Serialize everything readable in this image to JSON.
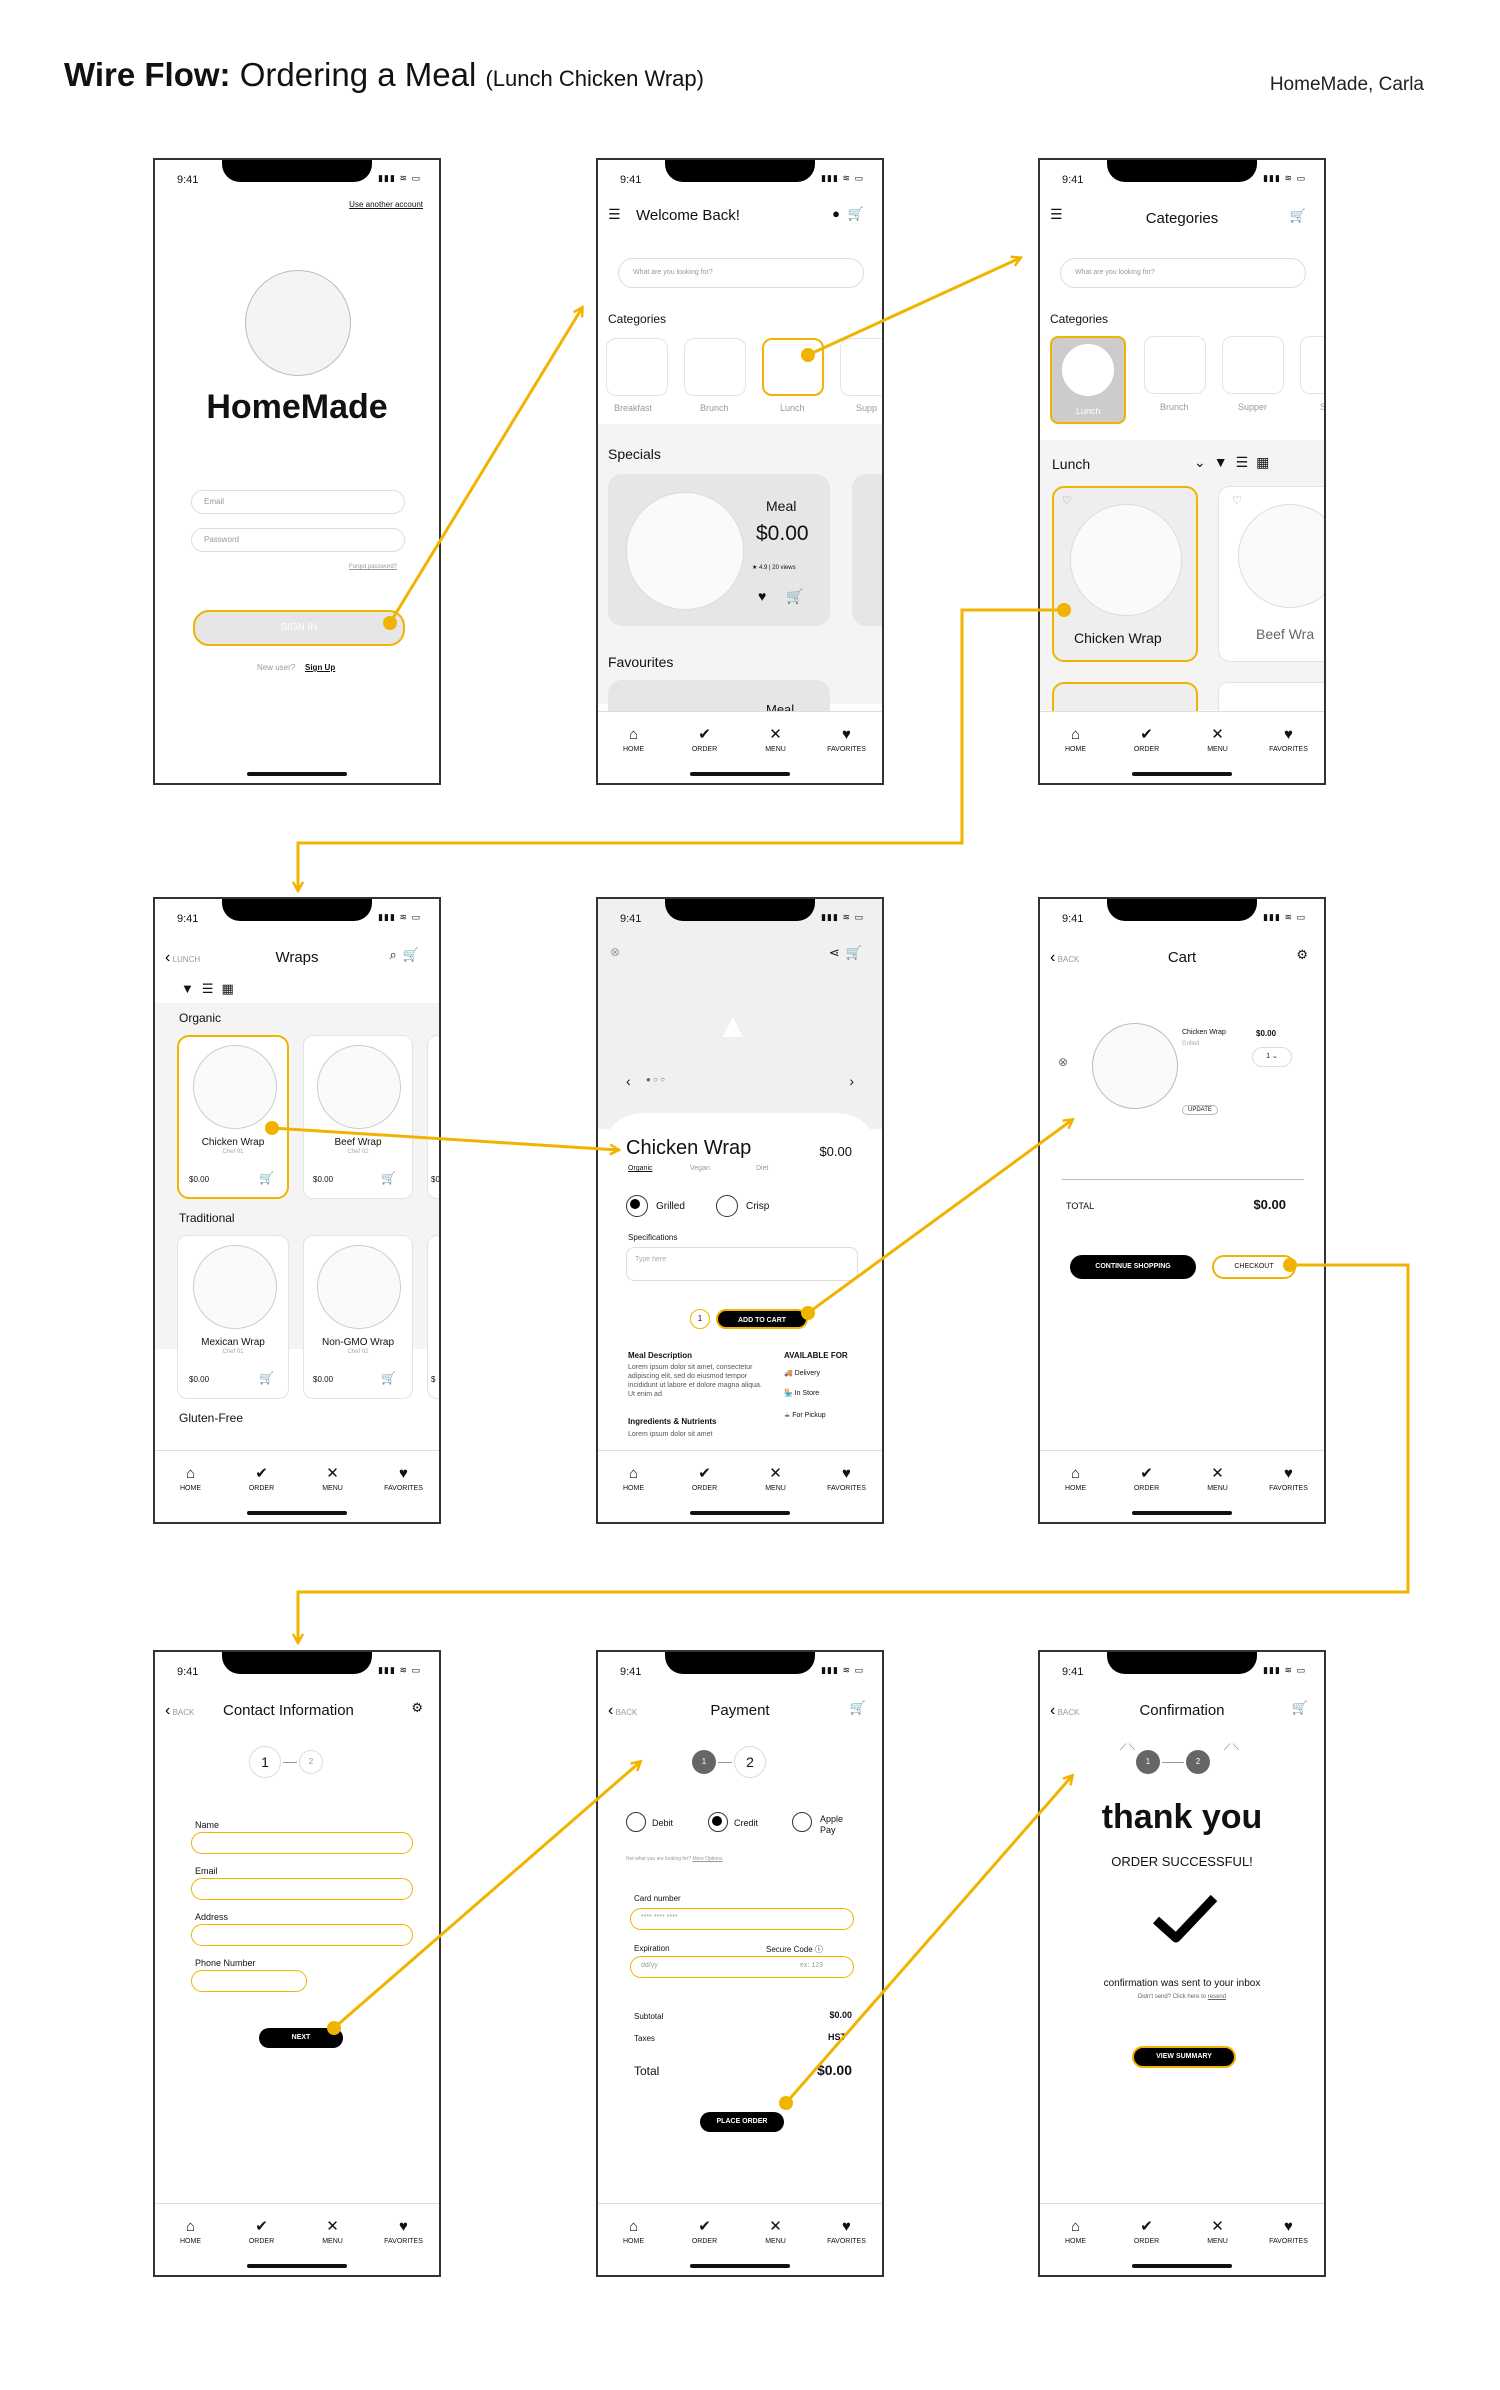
{
  "title": {
    "bold": "Wire Flow:",
    "main": "Ordering a Meal",
    "sub": "(Lunch Chicken Wrap)"
  },
  "author": "HomeMade, Carla",
  "status_time": "9:41",
  "nav": [
    "HOME",
    "ORDER",
    "MENU",
    "FAVORITES"
  ],
  "login": {
    "use_another": "Use another account",
    "brand": "HomeMade",
    "email": "Email",
    "password": "Password",
    "forgot": "Forgot password?",
    "sign_in": "SIGN IN",
    "new_user": "New user?",
    "sign_up": "Sign Up"
  },
  "home": {
    "welcome": "Welcome Back!",
    "search": "What are you looking for?",
    "categories": "Categories",
    "cats": [
      "Breakfast",
      "Brunch",
      "Lunch",
      "Supp"
    ],
    "specials": "Specials",
    "meal": "Meal",
    "price": "$0.00",
    "rating": "4.9 | 20 views",
    "favourites": "Favourites",
    "meal2": "Meal"
  },
  "cats_screen": {
    "title": "Categories",
    "search": "What are you looking for?",
    "categories": "Categories",
    "cats": [
      "Lunch",
      "Brunch",
      "Supper",
      "S"
    ],
    "lunch": "Lunch",
    "item1": "Chicken Wrap",
    "item2": "Beef Wra"
  },
  "wraps": {
    "back": "LUNCH",
    "title": "Wraps",
    "organic": "Organic",
    "traditional": "Traditional",
    "gluten": "Gluten-Free",
    "items": [
      {
        "name": "Chicken Wrap",
        "chef": "Chef 01",
        "price": "$0.00"
      },
      {
        "name": "Beef Wrap",
        "chef": "Chef 02",
        "price": "$0.00"
      },
      {
        "name": "Mexican Wrap",
        "chef": "Chef 01",
        "price": "$0.00"
      },
      {
        "name": "Non-GMO Wrap",
        "chef": "Chef 02",
        "price": "$0.00"
      }
    ],
    "edge": "$0",
    "edge2": "$"
  },
  "detail": {
    "name": "Chicken Wrap",
    "price": "$0.00",
    "tags": [
      "Organic",
      "Vegan",
      "Diet"
    ],
    "grilled": "Grilled",
    "crisp": "Crisp",
    "spec": "Specifications",
    "type": "Type here",
    "qty": "1",
    "add": "ADD TO CART",
    "desc_h": "Meal Description",
    "desc": "Lorem ipsum dolor sit amet, consectetur adipiscing elit, sed do eiusmod tempor incididunt ut labore et dolore magna aliqua. Ut enim ad",
    "ing": "Ingredients & Nutrients",
    "ing_t": "Lorem ipsum dolor sit amet",
    "avail": "AVAILABLE FOR",
    "opts": [
      "Delivery",
      "In Store",
      "For Pickup"
    ]
  },
  "cart": {
    "back": "BACK",
    "title": "Cart",
    "item": "Chicken Wrap",
    "sub": "Grilled",
    "price": "$0.00",
    "qty": "1",
    "update": "UPDATE",
    "total": "TOTAL",
    "total_v": "$0.00",
    "cont": "CONTINUE SHOPPING",
    "checkout": "CHECKOUT"
  },
  "contact": {
    "back": "BACK",
    "title": "Contact Information",
    "s1": "1",
    "s2": "2",
    "name": "Name",
    "email": "Email",
    "address": "Address",
    "phone": "Phone Number",
    "next": "NEXT"
  },
  "payment": {
    "back": "BACK",
    "title": "Payment",
    "s1": "1",
    "s2": "2",
    "debit": "Debit",
    "credit": "Credit",
    "apple": "Apple Pay",
    "not": "Not what you are looking for?",
    "more": "More Options",
    "card": "Card number",
    "card_ph": "**** **** ****",
    "exp": "Expiration",
    "sec": "Secure Code",
    "exp_ph": "dd/yy",
    "sec_ph": "ex: 123",
    "subtotal": "Subtotal",
    "sub_v": "$0.00",
    "taxes": "Taxes",
    "tax_v": "HST",
    "total": "Total",
    "total_v": "$0.00",
    "place": "PLACE ORDER"
  },
  "confirm": {
    "back": "BACK",
    "title": "Confirmation",
    "s1": "1",
    "s2": "2",
    "thanks": "thank you",
    "success": "ORDER SUCCESSFUL!",
    "sent": "confirmation was sent to your inbox",
    "resend": "Didn't send? Click here to",
    "resend_link": "resend",
    "view": "VIEW SUMMARY"
  },
  "colors": {
    "accent": "#f0b400",
    "dark": "#000000"
  }
}
